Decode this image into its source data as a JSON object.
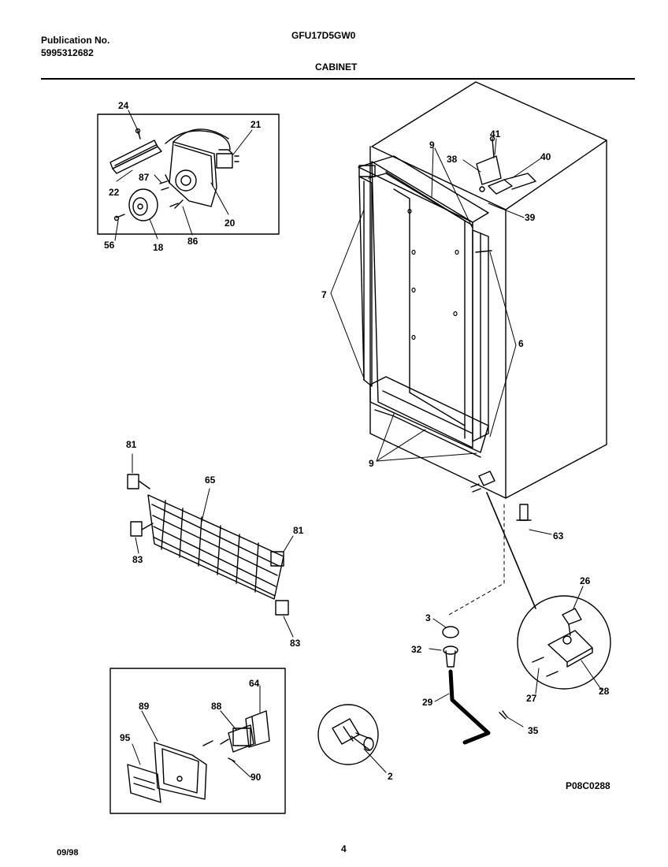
{
  "header": {
    "publication_label": "Publication No.",
    "publication_number": "5995312682",
    "model": "GFU17D5GW0",
    "section": "CABINET"
  },
  "footer": {
    "date": "09/98",
    "page": "4",
    "drawing_code": "P08C0288"
  },
  "callouts": {
    "c24": "24",
    "c21": "21",
    "c87": "87",
    "c22": "22",
    "c20": "20",
    "c56": "56",
    "c18": "18",
    "c86": "86",
    "c9a": "9",
    "c41": "41",
    "c38": "38",
    "c40": "40",
    "c39": "39",
    "c7": "7",
    "c6": "6",
    "c9b": "9",
    "c81a": "81",
    "c65": "65",
    "c83a": "83",
    "c81b": "81",
    "c83b": "83",
    "c63": "63",
    "c26": "26",
    "c3": "3",
    "c32": "32",
    "c29": "29",
    "c27": "27",
    "c28": "28",
    "c35": "35",
    "c2": "2",
    "c64": "64",
    "c89": "89",
    "c88": "88",
    "c95": "95",
    "c90": "90"
  }
}
